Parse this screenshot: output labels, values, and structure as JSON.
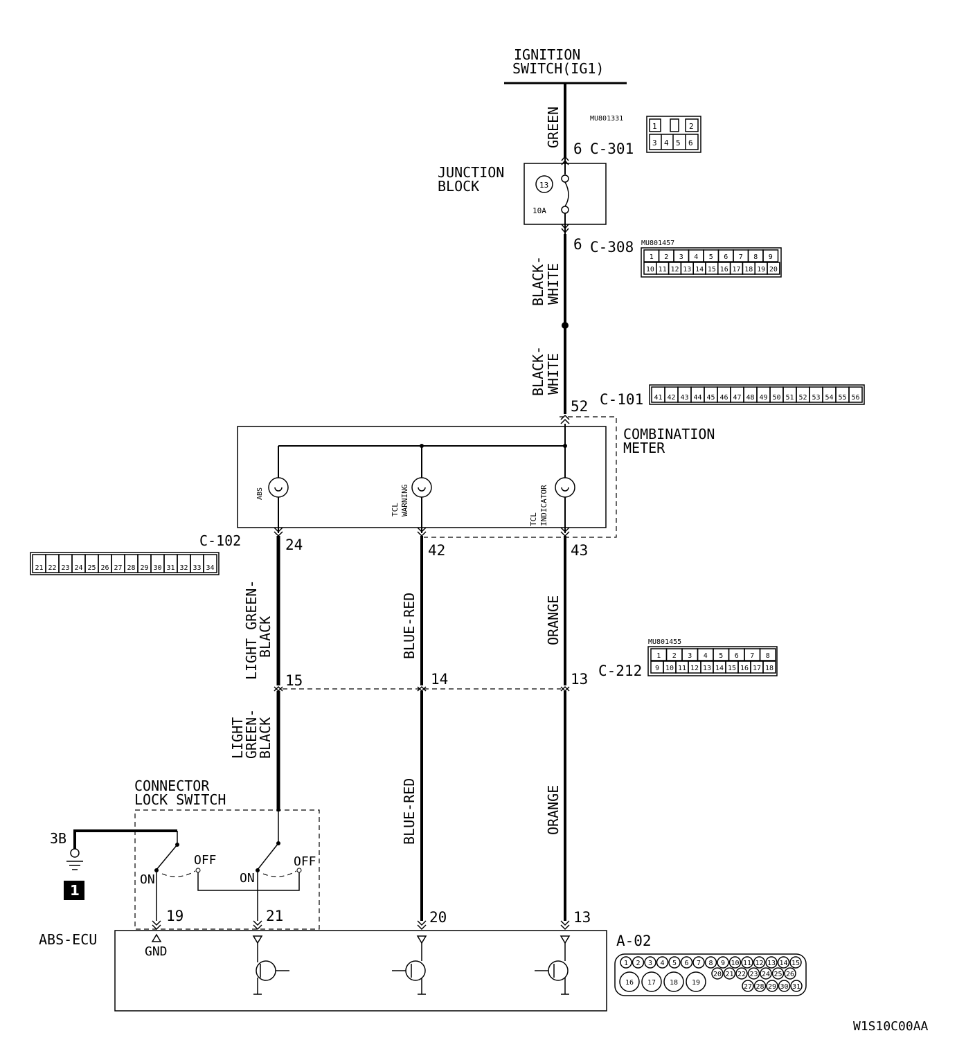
{
  "ignition": {
    "line1": "IGNITION",
    "line2": "SWITCH(IG1)"
  },
  "wires": {
    "green": "GREEN",
    "black_white_1": "BLACK-",
    "black_white_2": "WHITE",
    "light_green_1": "LIGHT GREEN-",
    "light_green_2": "BLACK",
    "lg_lower_1": "LIGHT",
    "lg_lower_2": "GREEN-",
    "lg_lower_3": "BLACK",
    "blue_red": "BLUE-RED",
    "orange": "ORANGE"
  },
  "junction_block": {
    "line1": "JUNCTION",
    "line2": "BLOCK",
    "fuse_no": "13",
    "rating": "10A"
  },
  "combination_meter": {
    "line1": "COMBINATION",
    "line2": "METER",
    "lamps": {
      "abs": "ABS",
      "tcl_warn_1": "TCL",
      "tcl_warn_2": "WARNING",
      "tcl_ind_1": "TCL",
      "tcl_ind_2": "INDICATOR"
    }
  },
  "connector_lock_switch": {
    "line1": "CONNECTOR",
    "line2": "LOCK SWITCH",
    "on": "ON",
    "off": "OFF"
  },
  "ground": {
    "ref": "3B",
    "badge": "1",
    "gnd": "GND"
  },
  "ecu": {
    "name": "ABS-ECU"
  },
  "connectors": {
    "c301": {
      "id": "C-301",
      "part": "MU801331",
      "pin": "6",
      "cells_top": [
        "1",
        "",
        "2"
      ],
      "cells_bot": [
        "3",
        "4",
        "5",
        "6"
      ]
    },
    "c308": {
      "id": "C-308",
      "part": "MU801457",
      "pin": "6",
      "cells_top": [
        "1",
        "2",
        "3",
        "4",
        "5",
        "6",
        "7",
        "8",
        "9"
      ],
      "cells_bot": [
        "10",
        "11",
        "12",
        "13",
        "14",
        "15",
        "16",
        "17",
        "18",
        "19",
        "20"
      ]
    },
    "c101": {
      "id": "C-101",
      "pin": "52",
      "cells": [
        "41",
        "42",
        "43",
        "44",
        "45",
        "46",
        "47",
        "48",
        "49",
        "50",
        "51",
        "52",
        "53",
        "54",
        "55",
        "56"
      ]
    },
    "c102": {
      "id": "C-102",
      "pins": [
        "24",
        "42",
        "43"
      ],
      "cells": [
        "21",
        "22",
        "23",
        "24",
        "25",
        "26",
        "27",
        "28",
        "29",
        "30",
        "31",
        "32",
        "33",
        "34"
      ]
    },
    "c212": {
      "id": "C-212",
      "part": "MU801455",
      "pins": [
        "15",
        "14",
        "13"
      ],
      "cells_top": [
        "1",
        "2",
        "3",
        "4",
        "5",
        "6",
        "7",
        "8"
      ],
      "cells_bot": [
        "9",
        "10",
        "11",
        "12",
        "13",
        "14",
        "15",
        "16",
        "17",
        "18"
      ]
    },
    "a02": {
      "id": "A-02",
      "pins": [
        "19",
        "21",
        "20",
        "13"
      ],
      "row1": [
        "1",
        "2",
        "3",
        "4",
        "5",
        "6",
        "7",
        "8",
        "9",
        "10",
        "11",
        "12",
        "13",
        "14",
        "15"
      ],
      "row2_big": [
        "16",
        "17",
        "18",
        "19"
      ],
      "row2_small": [
        "20",
        "21",
        "22",
        "23",
        "24",
        "25",
        "26"
      ],
      "row3_small": [
        "27",
        "28",
        "29",
        "30",
        "31"
      ]
    }
  },
  "footer": {
    "code": "W1S10C00AA"
  }
}
